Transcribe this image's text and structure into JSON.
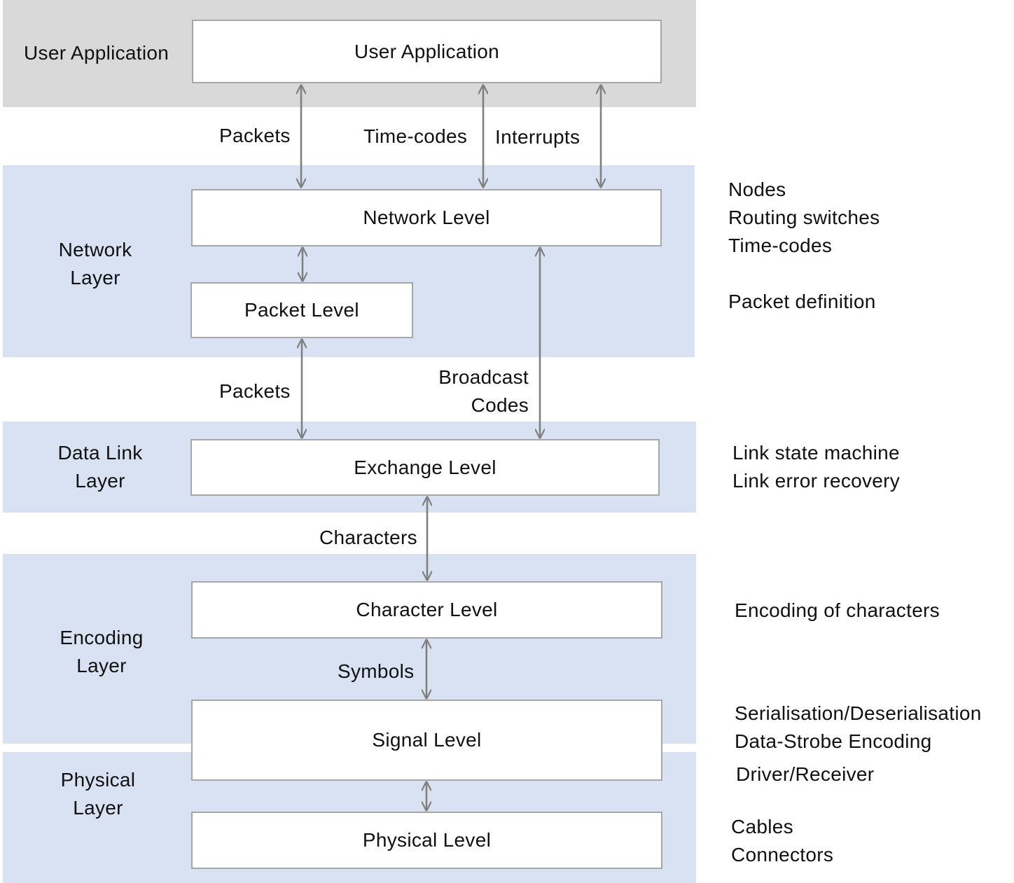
{
  "layers": {
    "user_application": "User Application",
    "network": [
      "Network",
      "Layer"
    ],
    "data_link": [
      "Data Link",
      "Layer"
    ],
    "encoding": [
      "Encoding",
      "Layer"
    ],
    "physical": [
      "Physical",
      "Layer"
    ]
  },
  "levels": {
    "user_application": "User Application",
    "network": "Network Level",
    "packet": "Packet Level",
    "exchange": "Exchange Level",
    "character": "Character Level",
    "signal": "Signal Level",
    "physical": "Physical Level"
  },
  "flows": {
    "packets_top": "Packets",
    "timecodes": "Time-codes",
    "interrupts": "Interrupts",
    "packets_mid": "Packets",
    "broadcast": [
      "Broadcast",
      "Codes"
    ],
    "characters": "Characters",
    "symbols": "Symbols"
  },
  "notes": {
    "network": [
      "Nodes",
      "Routing switches",
      "Time-codes"
    ],
    "packet": "Packet definition",
    "exchange": [
      "Link state machine",
      "Link error recovery"
    ],
    "character": "Encoding of characters",
    "signal": [
      "Serialisation/Deserialisation",
      "Data-Strobe Encoding"
    ],
    "physical_driver": "Driver/Receiver",
    "physical": [
      "Cables",
      "Connectors"
    ]
  },
  "colors": {
    "user_band": "#d9d9d9",
    "layer_band": "#d9e2f3",
    "box_border": "#a6a6a6",
    "arrow": "#808080"
  }
}
